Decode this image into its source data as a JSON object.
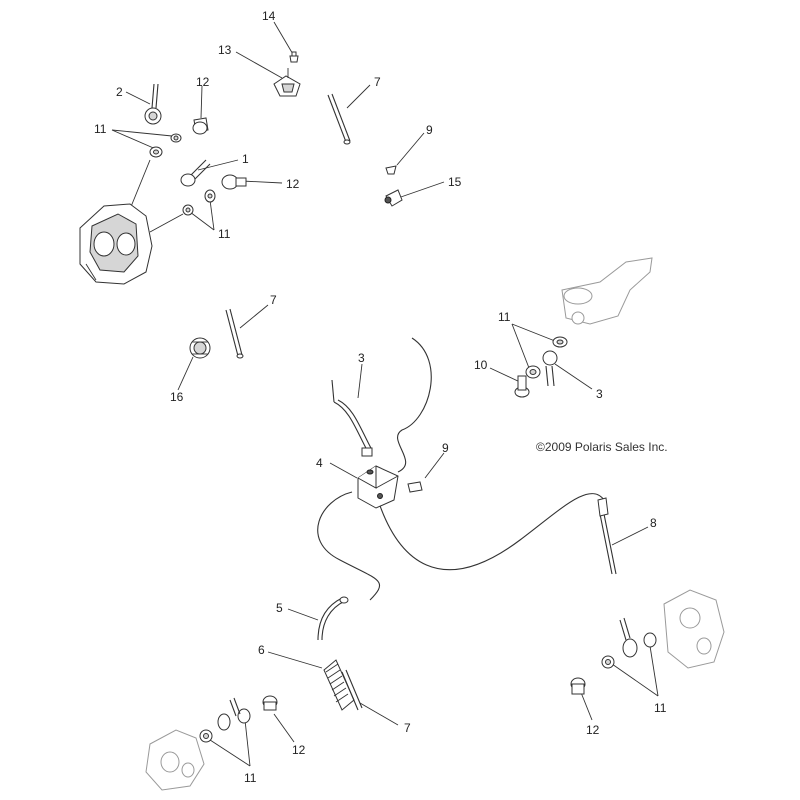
{
  "copyright": "©2009 Polaris Sales Inc.",
  "callouts": [
    {
      "id": "c14",
      "text": "14"
    },
    {
      "id": "c13",
      "text": "13"
    },
    {
      "id": "c7a",
      "text": "7"
    },
    {
      "id": "c2",
      "text": "2"
    },
    {
      "id": "c12a",
      "text": "12"
    },
    {
      "id": "c11a",
      "text": "11"
    },
    {
      "id": "c1",
      "text": "1"
    },
    {
      "id": "c12b",
      "text": "12"
    },
    {
      "id": "c11b",
      "text": "11"
    },
    {
      "id": "c9a",
      "text": "9"
    },
    {
      "id": "c15",
      "text": "15"
    },
    {
      "id": "c7b",
      "text": "7"
    },
    {
      "id": "c16",
      "text": "16"
    },
    {
      "id": "c11c",
      "text": "11"
    },
    {
      "id": "c10",
      "text": "10"
    },
    {
      "id": "c3a",
      "text": "3"
    },
    {
      "id": "c3b",
      "text": "3"
    },
    {
      "id": "c4",
      "text": "4"
    },
    {
      "id": "c9b",
      "text": "9"
    },
    {
      "id": "c8",
      "text": "8"
    },
    {
      "id": "c5",
      "text": "5"
    },
    {
      "id": "c6",
      "text": "6"
    },
    {
      "id": "c7c",
      "text": "7"
    },
    {
      "id": "c12c",
      "text": "12"
    },
    {
      "id": "c11d",
      "text": "11"
    },
    {
      "id": "c12d",
      "text": "12"
    },
    {
      "id": "c11e",
      "text": "11"
    }
  ]
}
